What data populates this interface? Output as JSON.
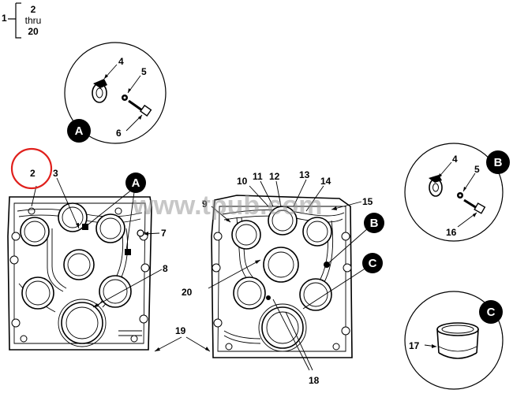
{
  "legend": {
    "index": "1",
    "line1": "2",
    "line2": "thru",
    "line3": "20"
  },
  "watermark": "www.tpub.com",
  "callouts": {
    "c2": "2",
    "c3": "3",
    "c4a": "4",
    "c5a": "5",
    "c6": "6",
    "c7": "7",
    "c8": "8",
    "c9": "9",
    "c10": "10",
    "c11": "11",
    "c12": "12",
    "c13": "13",
    "c14": "14",
    "c15": "15",
    "c16": "16",
    "c17": "17",
    "c18": "18",
    "c19": "19",
    "c20": "20",
    "c4b": "4",
    "c5b": "5"
  },
  "badges": {
    "detail_a": "A",
    "plate_a": "A",
    "detail_b": "B",
    "plate_b": "B",
    "detail_c": "C",
    "plate_c": "C"
  },
  "colors": {
    "highlight": "#e0201c",
    "ink": "#000000",
    "watermark": "#9a9a9a"
  }
}
